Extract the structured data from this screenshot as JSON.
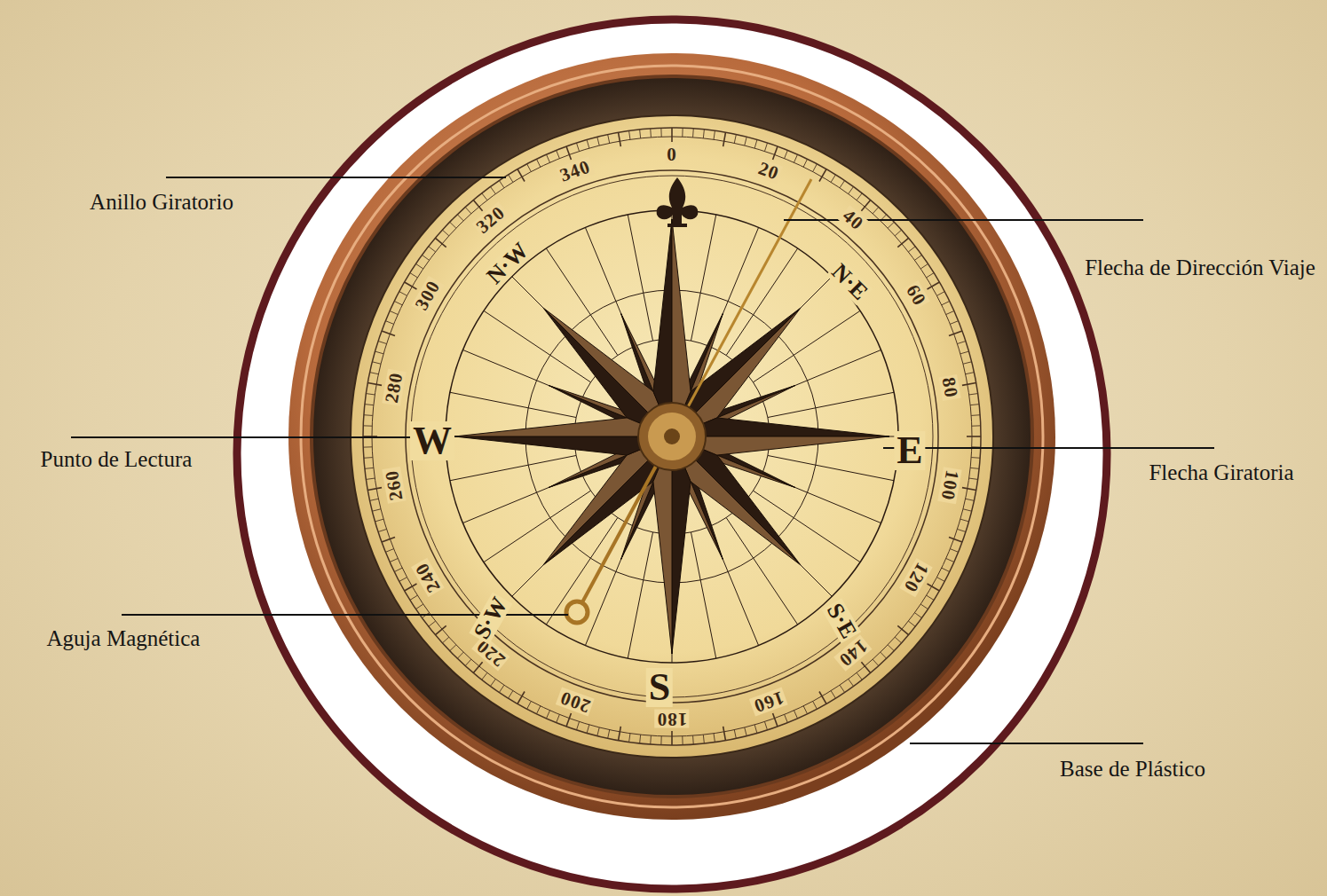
{
  "diagram": {
    "labels": [
      "Anillo Giratorio",
      "Flecha de Dirección Viaje",
      "Punto de Lectura",
      "Flecha Giratoria",
      "Aguja Magnética",
      "Base de Plástico",
      "0",
      "20",
      "40",
      "60",
      "80",
      "100",
      "120",
      "140",
      "160",
      "180",
      "200",
      "220",
      "240",
      "260",
      "280",
      "300",
      "320",
      "340",
      "N·W",
      "N·E",
      "S·E",
      "S·W",
      "W",
      "E",
      "S"
    ]
  }
}
